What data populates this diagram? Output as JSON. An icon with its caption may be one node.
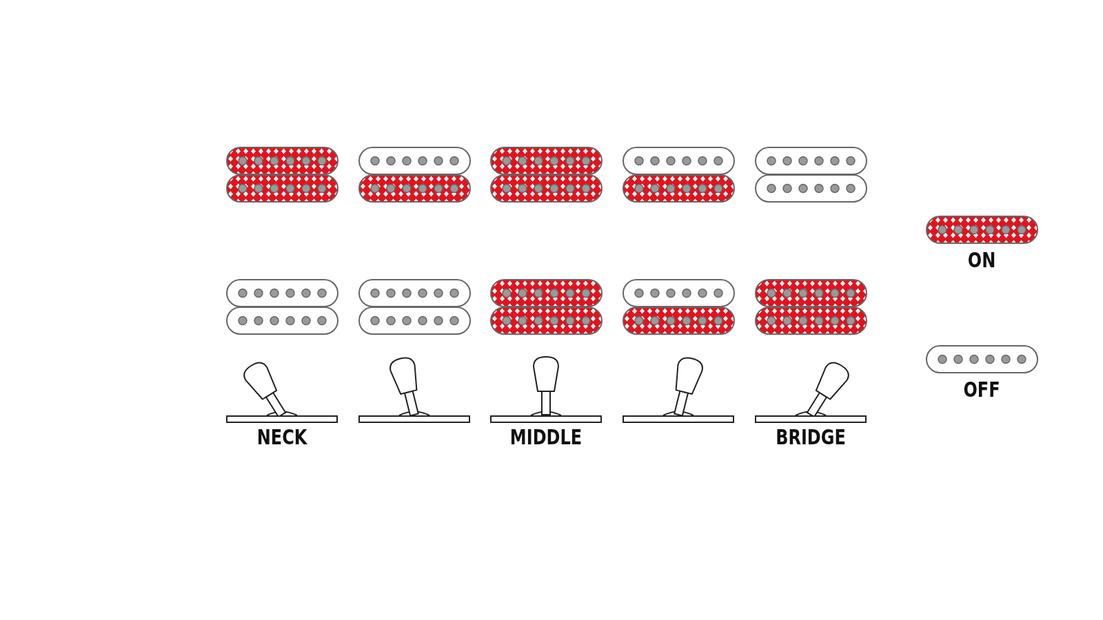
{
  "diagram": {
    "labels": [
      "NECK",
      "MIDDLE",
      "BRIDGE"
    ],
    "legend": [
      {
        "text": "ON"
      },
      {
        "text": "OFF"
      }
    ]
  }
}
